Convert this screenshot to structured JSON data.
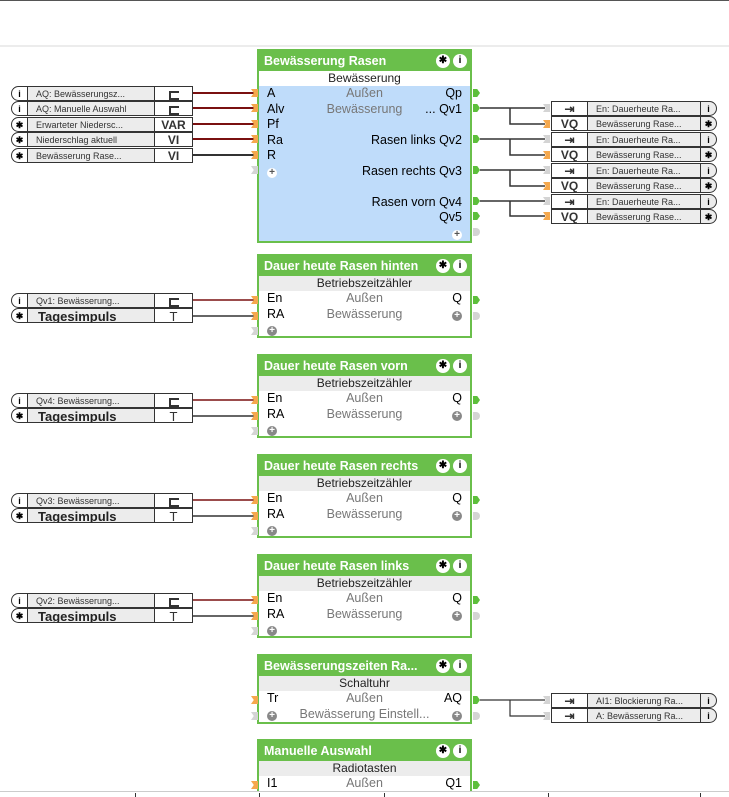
{
  "blocks": [
    {
      "id": "bewaesserung-rasen",
      "title": "Bewässerung Rasen",
      "type": "Bewässerung",
      "rows": [
        {
          "in": "A",
          "center": "Außen",
          "out": "Qp"
        },
        {
          "in": "Alv",
          "center": "Bewässerung",
          "out": "... Qv1"
        },
        {
          "in": "Pf",
          "center": "",
          "out": ""
        },
        {
          "in": "Ra",
          "center": "",
          "out": "Rasen links Qv2"
        },
        {
          "in": "R",
          "center": "",
          "out": ""
        },
        {
          "in": "+",
          "center": "",
          "out": "Rasen rechts Qv3"
        },
        {
          "in": "",
          "center": "",
          "out": ""
        },
        {
          "in": "",
          "center": "",
          "out": "Rasen vorn Qv4"
        },
        {
          "in": "",
          "center": "",
          "out": "Qv5"
        },
        {
          "in": "",
          "center": "",
          "out": "+"
        }
      ]
    },
    {
      "id": "dauer-hinten",
      "title": "Dauer heute Rasen hinten",
      "type": "Betriebszeitzähler",
      "rows": [
        {
          "in": "En",
          "center": "Außen",
          "out": "Q"
        },
        {
          "in": "RA",
          "center": "Bewässerung",
          "out": "+"
        },
        {
          "in": "+",
          "center": "",
          "out": ""
        }
      ]
    },
    {
      "id": "dauer-vorn",
      "title": "Dauer heute Rasen vorn",
      "type": "Betriebszeitzähler",
      "rows": [
        {
          "in": "En",
          "center": "Außen",
          "out": "Q"
        },
        {
          "in": "RA",
          "center": "Bewässerung",
          "out": "+"
        },
        {
          "in": "+",
          "center": "",
          "out": ""
        }
      ]
    },
    {
      "id": "dauer-rechts",
      "title": "Dauer heute Rasen rechts",
      "type": "Betriebszeitzähler",
      "rows": [
        {
          "in": "En",
          "center": "Außen",
          "out": "Q"
        },
        {
          "in": "RA",
          "center": "Bewässerung",
          "out": "+"
        },
        {
          "in": "+",
          "center": "",
          "out": ""
        }
      ]
    },
    {
      "id": "dauer-links",
      "title": "Dauer heute Rasen links",
      "type": "Betriebszeitzähler",
      "rows": [
        {
          "in": "En",
          "center": "Außen",
          "out": "Q"
        },
        {
          "in": "RA",
          "center": "Bewässerung",
          "out": "+"
        },
        {
          "in": "+",
          "center": "",
          "out": ""
        }
      ]
    },
    {
      "id": "bewaesserungszeiten",
      "title": "Bewässerungszeiten  Ra...",
      "type": "Schaltuhr",
      "rows": [
        {
          "in": "Tr",
          "center": "Außen",
          "out": "AQ"
        },
        {
          "in": "+",
          "center": "Bewässerung Einstell...",
          "out": "+"
        }
      ]
    },
    {
      "id": "manuelle-auswahl",
      "title": "Manuelle Auswahl",
      "type": "Radiotasten",
      "rows": [
        {
          "in": "I1",
          "center": "Außen",
          "out": "Q1"
        }
      ]
    }
  ],
  "left_refs": {
    "main": [
      {
        "icon": "i",
        "name": "AQ: Bewässerungsz...",
        "type": "out-glyph"
      },
      {
        "icon": "i",
        "name": "AQ: Manuelle Auswahl",
        "type": "out-glyph"
      },
      {
        "icon": "gear",
        "name": "Erwarteter Niedersc...",
        "type": "VAR"
      },
      {
        "icon": "gear",
        "name": "Niederschlag aktuell",
        "type": "VI"
      },
      {
        "icon": "gear",
        "name": "Bewässerung Rase...",
        "type": "VI"
      }
    ],
    "hinten": [
      {
        "icon": "i",
        "name": "Qv1: Bewässerung...",
        "type": "out-glyph"
      },
      {
        "icon": "gear",
        "name": "Tagesimpuls",
        "type": "T"
      }
    ],
    "vorn": [
      {
        "icon": "i",
        "name": "Qv4: Bewässerung...",
        "type": "out-glyph"
      },
      {
        "icon": "gear",
        "name": "Tagesimpuls",
        "type": "T"
      }
    ],
    "rechts": [
      {
        "icon": "i",
        "name": "Qv3: Bewässerung...",
        "type": "out-glyph"
      },
      {
        "icon": "gear",
        "name": "Tagesimpuls",
        "type": "T"
      }
    ],
    "links": [
      {
        "icon": "i",
        "name": "Qv2: Bewässerung...",
        "type": "out-glyph"
      },
      {
        "icon": "gear",
        "name": "Tagesimpuls",
        "type": "T"
      }
    ]
  },
  "right_refs": {
    "main": [
      {
        "type": "in-glyph",
        "name": "En: Dauerheute Ra...",
        "icon": "i"
      },
      {
        "type": "VQ",
        "name": "Bewässerung Rase...",
        "icon": "gear"
      },
      {
        "type": "in-glyph",
        "name": "En: Dauerheute Ra...",
        "icon": "i"
      },
      {
        "type": "VQ",
        "name": "Bewässerung Rase...",
        "icon": "gear"
      },
      {
        "type": "in-glyph",
        "name": "En: Dauerheute Ra...",
        "icon": "i"
      },
      {
        "type": "VQ",
        "name": "Bewässerung Rase...",
        "icon": "gear"
      },
      {
        "type": "in-glyph",
        "name": "En: Dauerheute Ra...",
        "icon": "i"
      },
      {
        "type": "VQ",
        "name": "Bewässerung Rase...",
        "icon": "gear"
      }
    ],
    "schaltuhr": [
      {
        "type": "in-glyph",
        "name": "AI1: Blockierung Ra...",
        "icon": "i"
      },
      {
        "type": "in-glyph",
        "name": "A: Bewässerung Ra...",
        "icon": "i"
      }
    ]
  },
  "colors": {
    "block_green": "#6abf4b",
    "block_blue_body": "#bfdcfa",
    "wire_red": "#7a1010",
    "wire_dark": "#333333",
    "pin_orange": "#f5a84d",
    "pin_green": "#5dbf3b"
  }
}
